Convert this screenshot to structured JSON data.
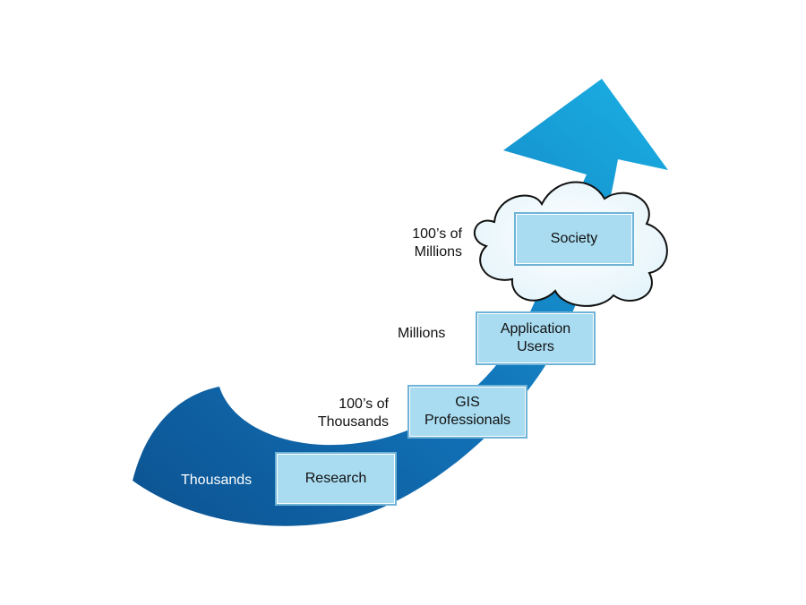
{
  "colors": {
    "arrow_dark": "#0c5290",
    "arrow_light": "#1ab1e4",
    "box_fill": "#a9dcf1",
    "box_border": "#6fb3d6",
    "cloud_fill": "#e4f4fb"
  },
  "stages": [
    {
      "box": "Research",
      "scale": "Thousands"
    },
    {
      "box": "GIS\nProfessionals",
      "scale": "100’s of\nThousands"
    },
    {
      "box": "Application\nUsers",
      "scale": "Millions"
    },
    {
      "box": "Society",
      "scale": "100’s of\nMillions"
    }
  ]
}
